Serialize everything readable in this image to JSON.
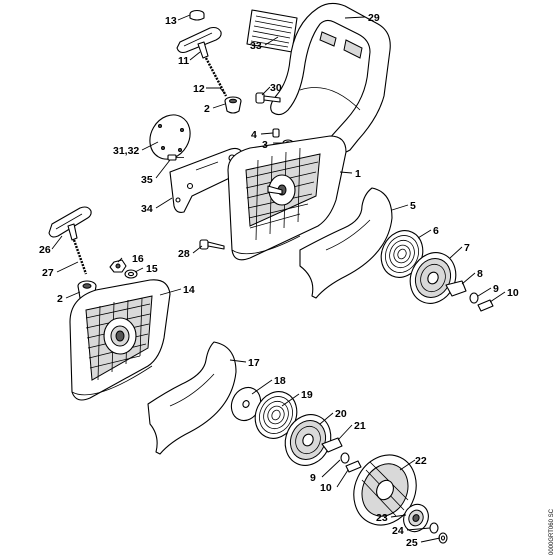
{
  "callouts": {
    "c13": "13",
    "c11": "11",
    "c12": "12",
    "c2a": "2",
    "c29": "29",
    "c33": "33",
    "c30": "30",
    "c4": "4",
    "c3": "3",
    "c3132": "31,32",
    "c35": "35",
    "c34": "34",
    "c1": "1",
    "c5": "5",
    "c6": "6",
    "c7": "7",
    "c8": "8",
    "c9a": "9",
    "c10a": "10",
    "c28": "28",
    "c26": "26",
    "c16": "16",
    "c15": "15",
    "c27": "27",
    "c2b": "2",
    "c14": "14",
    "c17": "17",
    "c18": "18",
    "c19": "19",
    "c20": "20",
    "c21": "21",
    "c9b": "9",
    "c10b": "10",
    "c22": "22",
    "c23": "23",
    "c24": "24",
    "c25": "25"
  },
  "doc_id": "0000GRT060 SC"
}
